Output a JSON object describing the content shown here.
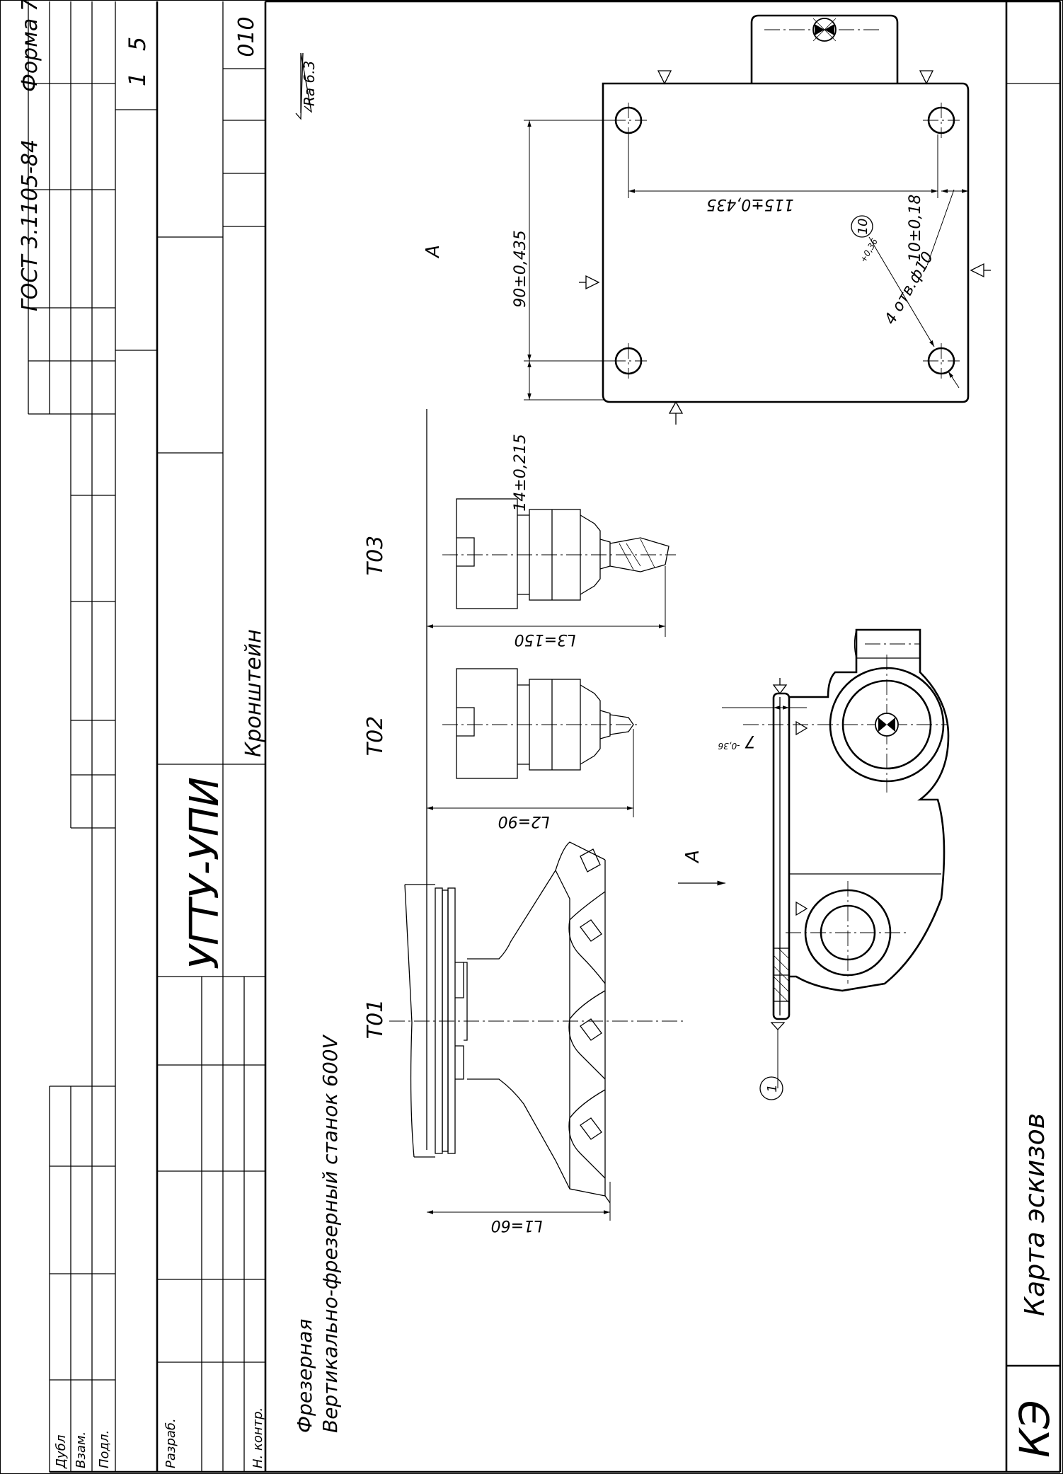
{
  "standard": "ГОСТ 3.1105-84",
  "form": "Форма 7",
  "sheet": {
    "total": "5",
    "current": "1"
  },
  "operation_code": "010",
  "organization": "УГТУ-УПИ",
  "part_name": "Кронштейн",
  "roughness": "Ra 6.3",
  "stamp": {
    "dubl": "Дубл",
    "vzam": "Взам.",
    "podl": "Подл.",
    "razrab": "Разраб.",
    "nkontr": "Н. контр."
  },
  "operation": {
    "name": "Фрезерная",
    "machine": "Вертикально-фрезерный станок 600V"
  },
  "doc": {
    "code": "КЭ",
    "title": "Карта эскизов"
  },
  "tools": {
    "t1": "T01",
    "t2": "T02",
    "t3": "T03"
  },
  "tool_lengths": {
    "l1": "L1=60",
    "l2": "L2=90",
    "l3": "L3=150"
  },
  "view_label": "A",
  "dimensions": {
    "d115": "115±0,435",
    "d90": "90±0,435",
    "d14": "14±0,215",
    "d10": "10±0,18",
    "holes": "4 отв.ф10",
    "holes_tol": "+0,36",
    "d7": "7",
    "d7_tol": "-0,36"
  },
  "callouts": {
    "c10": "10",
    "c1": "1"
  }
}
